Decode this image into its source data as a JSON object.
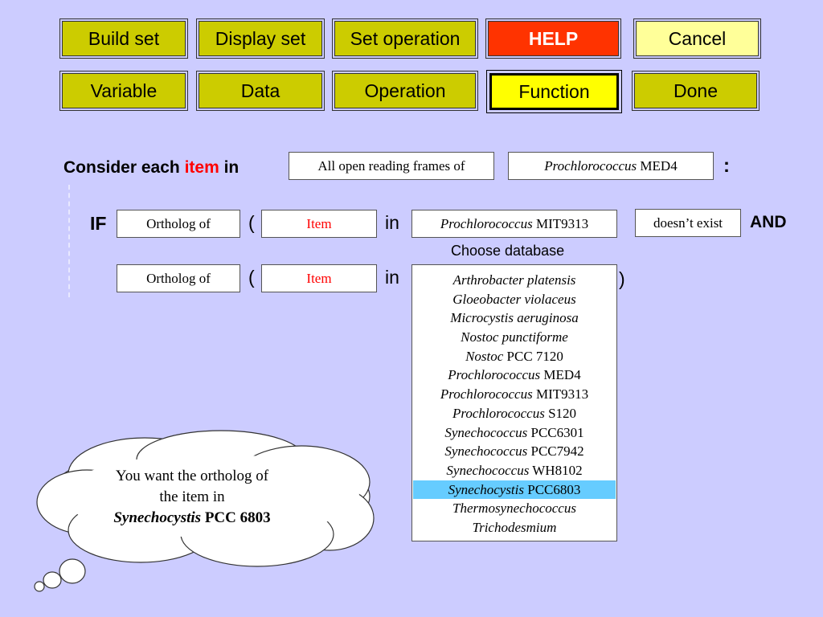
{
  "toolbar": {
    "row1": [
      {
        "label": "Build set"
      },
      {
        "label": "Display set"
      },
      {
        "label": "Set operation"
      },
      {
        "label": "HELP"
      },
      {
        "label": "Cancel"
      }
    ],
    "row2": [
      {
        "label": "Variable"
      },
      {
        "label": "Data"
      },
      {
        "label": "Operation"
      },
      {
        "label": "Function"
      },
      {
        "label": "Done"
      }
    ]
  },
  "consider": {
    "prefix": "Consider each",
    "item_word": "item",
    "suffix": "in",
    "set_box": "All open reading frames of",
    "org_italic": "Prochlorococcus",
    "org_rest": " MED4",
    "colon": ":"
  },
  "if_row": {
    "if_label": "IF",
    "function_box": "Ortholog of",
    "open_paren": "(",
    "item_box": "Item",
    "in_label": "in",
    "db_italic": "Prochlorococcus",
    "db_rest": " MIT9313",
    "condition_box": "doesn’t exist",
    "and_label": "AND"
  },
  "second_row": {
    "function_box": "Ortholog of",
    "open_paren": "(",
    "item_box": "Item",
    "in_label": "in",
    "close_paren": ")"
  },
  "database_dropdown": {
    "title": "Choose database",
    "items": [
      {
        "italic": "Arthrobacter platensis",
        "rest": ""
      },
      {
        "italic": "Gloeobacter violaceus",
        "rest": ""
      },
      {
        "italic": "Microcystis aeruginosa",
        "rest": ""
      },
      {
        "italic": "Nostoc punctiforme",
        "rest": ""
      },
      {
        "italic": "Nostoc",
        "rest": " PCC 7120"
      },
      {
        "italic": "Prochlorococcus",
        "rest": " MED4"
      },
      {
        "italic": "Prochlorococcus",
        "rest": " MIT9313"
      },
      {
        "italic": "Prochlorococcus",
        "rest": " S120"
      },
      {
        "italic": "Synechococcus",
        "rest": " PCC6301"
      },
      {
        "italic": "Synechococcus",
        "rest": " PCC7942"
      },
      {
        "italic": "Synechococcus",
        "rest": " WH8102"
      },
      {
        "italic": "Synechocystis",
        "rest": " PCC6803"
      },
      {
        "italic": "Thermosynechococcus",
        "rest": ""
      },
      {
        "italic": "Trichodesmium",
        "rest": ""
      }
    ],
    "selected_index": 11
  },
  "hint_cloud": {
    "line1": "You want the ortholog of",
    "line2": "the item in",
    "line3_italic": "Synechocystis",
    "line3_rest": " PCC 6803"
  },
  "colors": {
    "background": "#ccccff",
    "button": "#cccc00",
    "help_button": "#ff3300",
    "cancel_button": "#ffff99",
    "active_button": "#ffff00",
    "highlight": "#66ccff",
    "item_red": "#ff0000"
  }
}
